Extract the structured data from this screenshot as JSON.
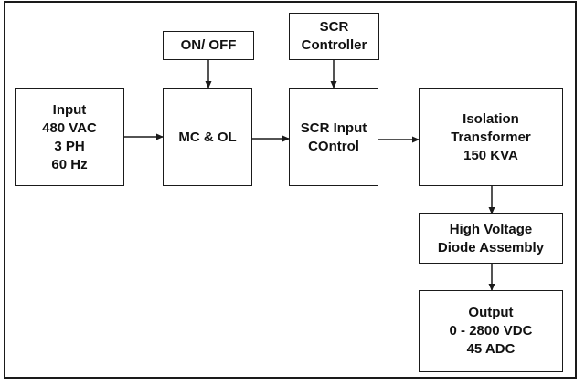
{
  "diagram": {
    "blocks": {
      "input": "Input\n480 VAC\n3 PH\n60 Hz",
      "on_off": "ON/ OFF",
      "mc_ol": "MC & OL",
      "scr_controller": "SCR\nController",
      "scr_input_control": "SCR Input\nCOntrol",
      "isolation_transformer": "Isolation\nTransformer\n150 KVA",
      "hv_diode_assembly": "High Voltage\nDiode Assembly",
      "output": "Output\n0 - 2800 VDC\n45 ADC"
    }
  }
}
